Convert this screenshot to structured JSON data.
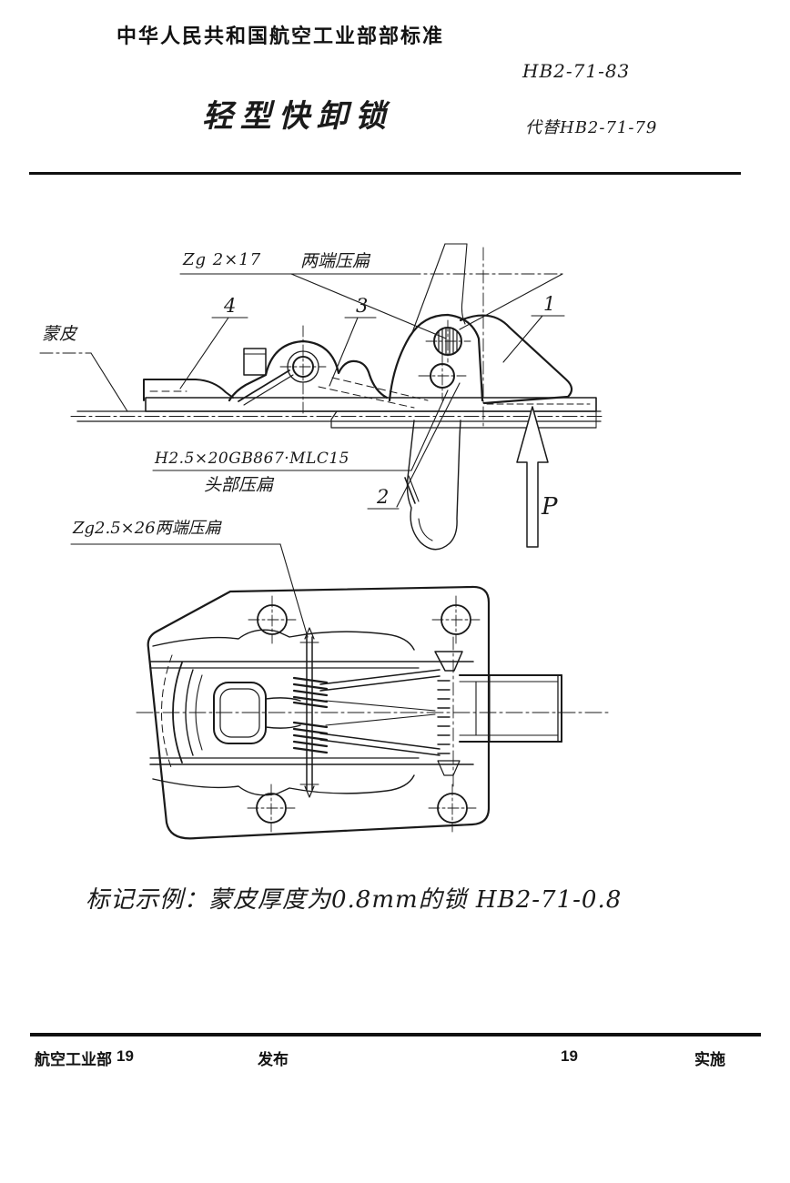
{
  "colors": {
    "ink": "#161616",
    "background": "#ffffff"
  },
  "header": {
    "org_title": "中华人民共和国航空工业部部标准",
    "standard_no": "HB2-71-83",
    "doc_title": "轻型快卸锁",
    "replaces": "代替HB2-71-79"
  },
  "drawing": {
    "side_view": {
      "labels": {
        "pin_spec": "Zg 2×17",
        "both_ends_flattened": "两端压扁",
        "skin": "蒙皮",
        "part_4": "4",
        "part_3": "3",
        "part_1": "1",
        "part_2": "2",
        "screw_spec": "H2.5×20GB867·MLC15",
        "head_flattened": "头部压扁",
        "load_force": "P"
      }
    },
    "plan_view": {
      "labels": {
        "pin_spec": "Zg2.5×26两端压扁"
      }
    }
  },
  "marking_example": "标记示例：蒙皮厚度为0.8mm的锁 HB2-71-0.8",
  "footer": {
    "issuer": "航空工业部",
    "issue_year": "19",
    "publish": "发布",
    "implement_year": "19",
    "implement": "实施"
  }
}
